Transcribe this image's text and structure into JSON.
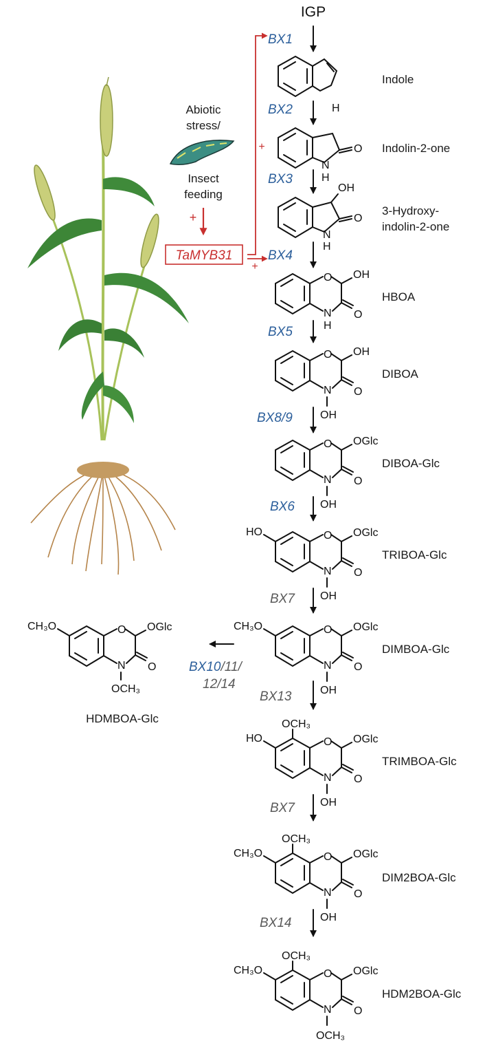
{
  "start_label": "IGP",
  "stress": {
    "line1": "Abiotic",
    "line2": "stress/",
    "line3": "Insect",
    "line4": "feeding"
  },
  "regulator": {
    "name": "TaMYB31",
    "plus": "+"
  },
  "compounds": [
    {
      "name": "Indole"
    },
    {
      "name": "Indolin-2-one"
    },
    {
      "name": "3-Hydroxy-",
      "name2": "indolin-2-one"
    },
    {
      "name": "HBOA"
    },
    {
      "name": "DIBOA"
    },
    {
      "name": "DIBOA-Glc"
    },
    {
      "name": "TRIBOA-Glc"
    },
    {
      "name": "DIMBOA-Glc"
    },
    {
      "name": "TRIMBOA-Glc"
    },
    {
      "name": "DIM2BOA-Glc"
    },
    {
      "name": "HDM2BOA-Glc"
    }
  ],
  "side_product": {
    "name": "HDMBOA-Glc"
  },
  "enzymes": [
    {
      "label": "BX1",
      "color": "#2c5f9b"
    },
    {
      "label": "BX2",
      "color": "#2c5f9b"
    },
    {
      "label": "BX3",
      "color": "#2c5f9b"
    },
    {
      "label": "BX4",
      "color": "#2c5f9b"
    },
    {
      "label": "BX5",
      "color": "#2c5f9b"
    },
    {
      "label": "BX8/9",
      "color": "#2c5f9b"
    },
    {
      "label": "BX6",
      "color": "#2c5f9b"
    },
    {
      "label": "BX7",
      "color": "#5a5a5a"
    },
    {
      "label": "BX13",
      "color": "#5a5a5a"
    },
    {
      "label": "BX7",
      "color": "#5a5a5a"
    },
    {
      "label": "BX14",
      "color": "#5a5a5a"
    }
  ],
  "side_enzyme": {
    "part1": "BX10",
    "part2": "/11/",
    "part3": "12/14"
  },
  "atoms": {
    "N": "N",
    "H": "H",
    "O": "O",
    "OH": "OH",
    "OGlc": "OGlc",
    "HO": "HO",
    "CH3O": "CH₃O",
    "OCH3": "OCH₃"
  },
  "colors": {
    "accent_red": "#c8302f",
    "enzyme_blue": "#2c5f9b",
    "enzyme_gray": "#5a5a5a"
  }
}
